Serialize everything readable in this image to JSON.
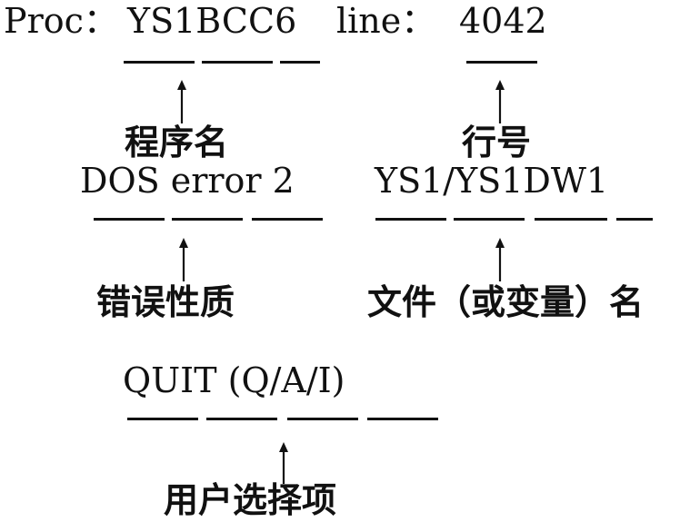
{
  "header": {
    "proc_label": "Proc：",
    "proc_name": "YS1BCC6",
    "line_label": "line：",
    "line_number": "4042"
  },
  "labels": {
    "program_name": "程序名",
    "line_no": "行号"
  },
  "error": {
    "message": "DOS error 2",
    "file": "YS1/YS1DW1"
  },
  "labels2": {
    "error_nature": "错误性质",
    "file_or_variable": "文件（或变量）名"
  },
  "prompt": {
    "text": "QUIT (Q/A/I)"
  },
  "labels3": {
    "user_option": "用户选择项"
  },
  "colors": {
    "ink": "#111111",
    "background": "#ffffff"
  }
}
